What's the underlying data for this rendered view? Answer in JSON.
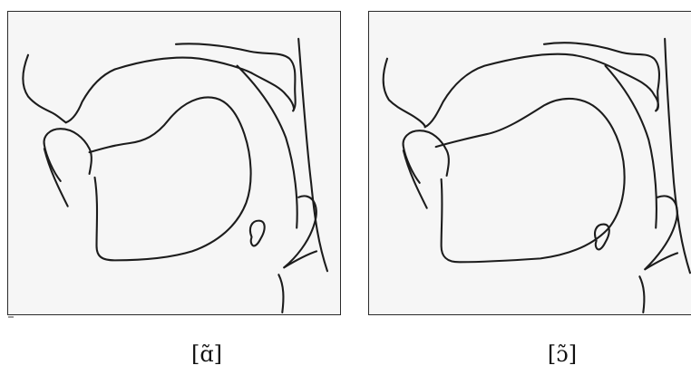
{
  "figure": {
    "panels": [
      {
        "id": "left",
        "caption": "[ɑ̃]",
        "structures": [
          "upper-lip",
          "lower-lip",
          "tongue",
          "palate",
          "velum",
          "pharynx-wall",
          "epiglottis",
          "hyoid"
        ]
      },
      {
        "id": "right",
        "caption": "[ɔ̃]",
        "structures": [
          "upper-lip",
          "lower-lip",
          "tongue",
          "palate",
          "velum",
          "pharynx-wall",
          "epiglottis",
          "hyoid"
        ]
      }
    ],
    "colors": {
      "line": "#1c1c1c",
      "panel_background": "#f6f6f6",
      "page_background": "#ffffff"
    }
  }
}
